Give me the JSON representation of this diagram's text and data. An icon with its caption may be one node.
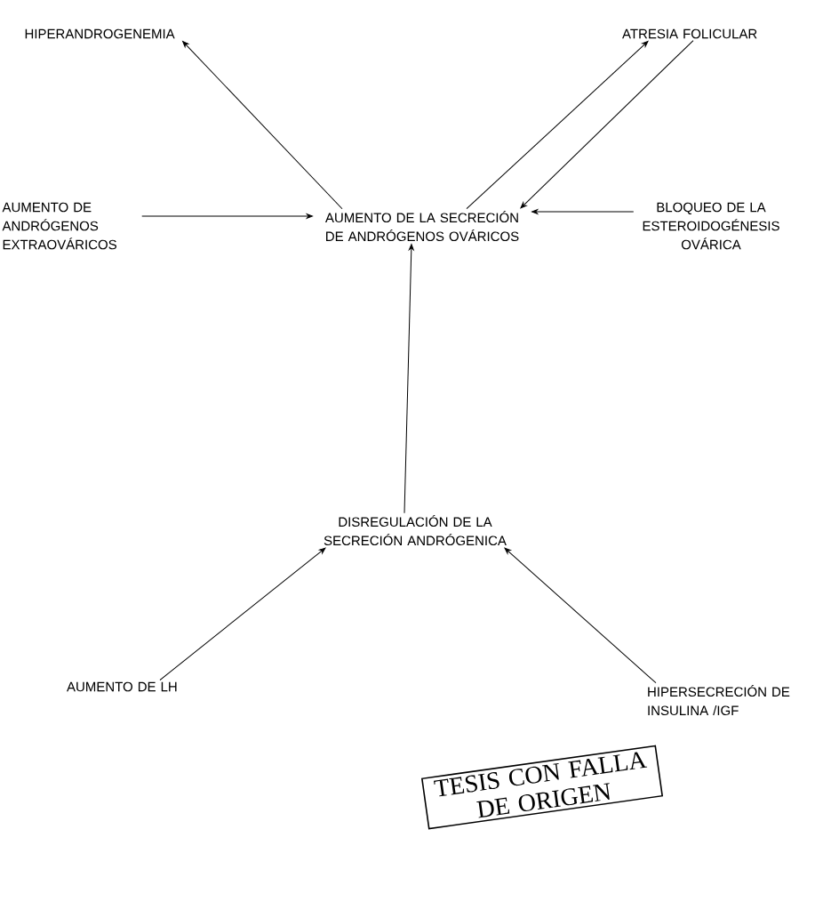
{
  "diagram": {
    "nodes": [
      {
        "text": [
          "HIPERANDROGENEMIA"
        ]
      },
      {
        "text": [
          "ATRESIA FOLICULAR"
        ]
      },
      {
        "text": [
          "AUMENTO DE ANDRÓGENOS EXTRAOVÁRICOS"
        ]
      },
      {
        "text": [
          "AUMENTO DE LA SECRECIÓN DE ANDRÓGENOS OVÁRICOS"
        ]
      },
      {
        "text": [
          "BLOQUEO DE LA ESTEROIDOGÉNESIS OVÁRICA"
        ]
      },
      {
        "text": [
          "DISREGULACIÓN DE LA SECRECIÓN ANDRÓGENICA"
        ]
      },
      {
        "text": [
          "AUMENTO DE LH"
        ]
      },
      {
        "text": [
          "HIPERSECRECIÓN DE INSULINA /IGF"
        ]
      },
      {
        "text": [
          "TESIS CON FALLA DE ORIGEN"
        ]
      }
    ],
    "edges": [
      {
        "from": 3,
        "to": 0,
        "arrow": "to"
      },
      {
        "from": 3,
        "to": 1,
        "arrow": "to"
      },
      {
        "from": 1,
        "to": 3,
        "arrow": "to"
      },
      {
        "from": 2,
        "to": 3,
        "arrow": "to"
      },
      {
        "from": 4,
        "to": 3,
        "arrow": "to"
      },
      {
        "from": 5,
        "to": 3,
        "arrow": "to"
      },
      {
        "from": 6,
        "to": 5,
        "arrow": "to"
      },
      {
        "from": 7,
        "to": 5,
        "arrow": "to"
      }
    ]
  }
}
